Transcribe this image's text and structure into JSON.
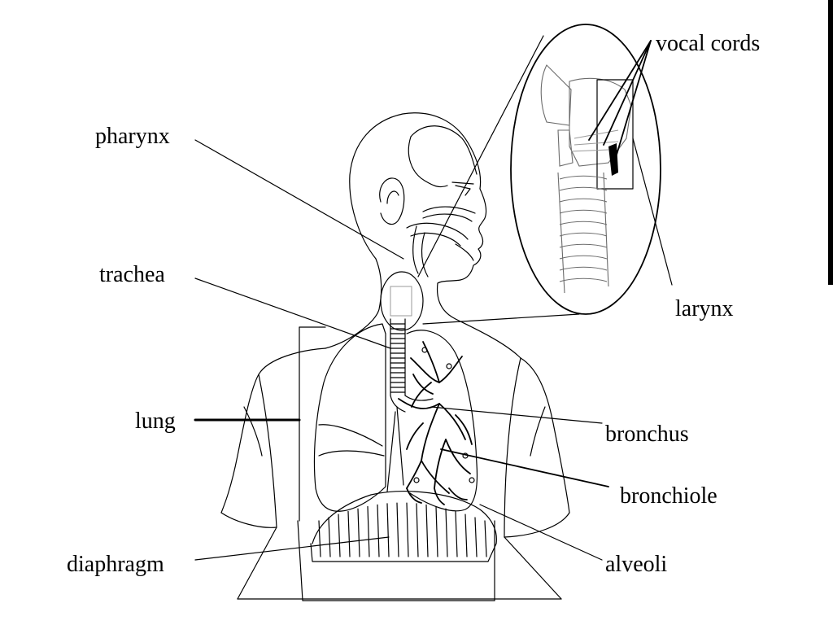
{
  "labels": {
    "vocal_cords": "vocal cords",
    "pharynx": "pharynx",
    "trachea": "trachea",
    "lung": "lung",
    "larynx": "larynx",
    "bronchus": "bronchus",
    "bronchiole": "bronchiole",
    "diaphragm": "diaphragm",
    "alveoli": "alveoli"
  },
  "colors": {
    "background": "#ffffff",
    "ink": "#000000"
  }
}
